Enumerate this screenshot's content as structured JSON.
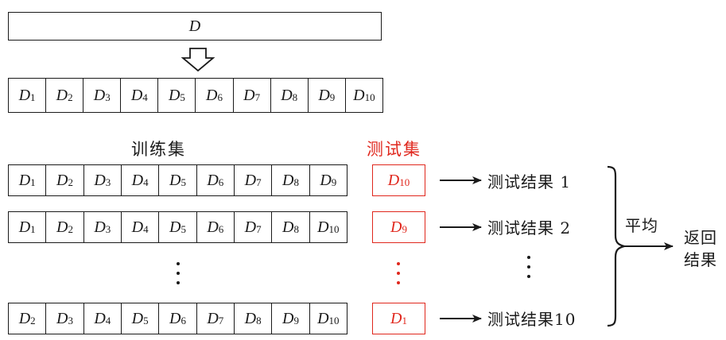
{
  "dataset": {
    "label": "D",
    "subscript": ""
  },
  "partition": [
    {
      "label": "D",
      "subscript": "1"
    },
    {
      "label": "D",
      "subscript": "2"
    },
    {
      "label": "D",
      "subscript": "3"
    },
    {
      "label": "D",
      "subscript": "4"
    },
    {
      "label": "D",
      "subscript": "5"
    },
    {
      "label": "D",
      "subscript": "6"
    },
    {
      "label": "D",
      "subscript": "7"
    },
    {
      "label": "D",
      "subscript": "8"
    },
    {
      "label": "D",
      "subscript": "9"
    },
    {
      "label": "D",
      "subscript": "10"
    }
  ],
  "headers": {
    "train": "训练集",
    "test": "测试集"
  },
  "folds": [
    {
      "train": [
        {
          "label": "D",
          "subscript": "1"
        },
        {
          "label": "D",
          "subscript": "2"
        },
        {
          "label": "D",
          "subscript": "3"
        },
        {
          "label": "D",
          "subscript": "4"
        },
        {
          "label": "D",
          "subscript": "5"
        },
        {
          "label": "D",
          "subscript": "6"
        },
        {
          "label": "D",
          "subscript": "7"
        },
        {
          "label": "D",
          "subscript": "8"
        },
        {
          "label": "D",
          "subscript": "9"
        }
      ],
      "test": {
        "label": "D",
        "subscript": "10"
      },
      "result": "测试结果 1"
    },
    {
      "train": [
        {
          "label": "D",
          "subscript": "1"
        },
        {
          "label": "D",
          "subscript": "2"
        },
        {
          "label": "D",
          "subscript": "3"
        },
        {
          "label": "D",
          "subscript": "4"
        },
        {
          "label": "D",
          "subscript": "5"
        },
        {
          "label": "D",
          "subscript": "6"
        },
        {
          "label": "D",
          "subscript": "7"
        },
        {
          "label": "D",
          "subscript": "8"
        },
        {
          "label": "D",
          "subscript": "10"
        }
      ],
      "test": {
        "label": "D",
        "subscript": "9"
      },
      "result": "测试结果 2"
    },
    {
      "train": [
        {
          "label": "D",
          "subscript": "2"
        },
        {
          "label": "D",
          "subscript": "3"
        },
        {
          "label": "D",
          "subscript": "4"
        },
        {
          "label": "D",
          "subscript": "5"
        },
        {
          "label": "D",
          "subscript": "6"
        },
        {
          "label": "D",
          "subscript": "7"
        },
        {
          "label": "D",
          "subscript": "8"
        },
        {
          "label": "D",
          "subscript": "9"
        },
        {
          "label": "D",
          "subscript": "10"
        }
      ],
      "test": {
        "label": "D",
        "subscript": "1"
      },
      "result": "测试结果10"
    }
  ],
  "average_label": "平均",
  "return_label": [
    "返回",
    "结果"
  ],
  "colors": {
    "test": "#e0271d",
    "line": "#1a1a1a"
  },
  "icons": [
    "down-arrow-icon",
    "right-arrow-icon",
    "curly-brace-icon",
    "vertical-ellipsis-icon"
  ]
}
